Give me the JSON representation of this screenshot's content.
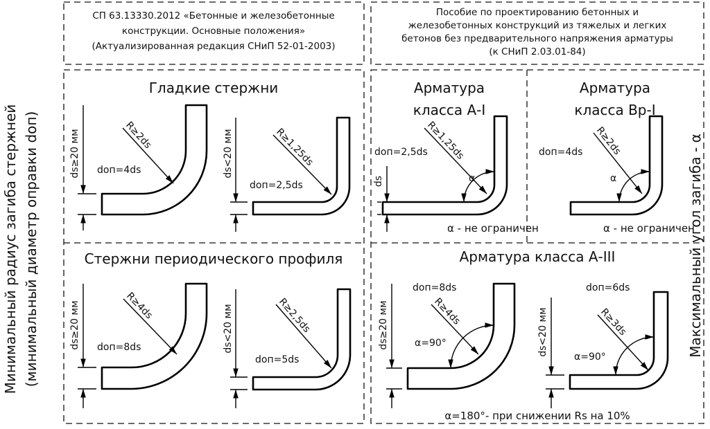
{
  "references": {
    "left": [
      "СП 63.13330.2012 «Бетонные и железобетонные",
      "конструкции. Основные положения»",
      "(Актуализированная редакция СНиП 52-01-2003)"
    ],
    "right": [
      "Пособие по проектированию бетонных и",
      "железобетонных конструкций из тяжелых и легких",
      "бетонов без предварительного напряжения арматуры",
      "(к СНиП 2.03.01-84)"
    ]
  },
  "side_labels": {
    "left_line1": "Минимальный радиус загиба стержней",
    "left_line2": "(минимальный диаметр оправки dоп)",
    "right": "Максимальный угол загиба - α"
  },
  "sections": {
    "smooth": "Гладкие стержни",
    "periodic": "Стержни периодического профиля",
    "a1": [
      "Арматура",
      "класса А-I"
    ],
    "bp1": [
      "Арматура",
      "класса Вр-I"
    ],
    "a3": "Арматура класса А-III",
    "a3_note": "α=180°- при снижении Rs на 10%"
  },
  "panels": [
    {
      "id": "smooth-large",
      "dim": "ds≥20 мм",
      "don": "dоп=4ds",
      "radius": "R≥2ds"
    },
    {
      "id": "smooth-small",
      "dim": "ds<20 мм",
      "don": "dоп=2,5ds",
      "radius": "R≥1,25ds"
    },
    {
      "id": "periodic-large",
      "dim": "ds≥20 мм",
      "don": "dоп=8ds",
      "radius": "R≥4ds"
    },
    {
      "id": "periodic-small",
      "dim": "ds<20 мм",
      "don": "dоп=5ds",
      "radius": "R≥2,5ds"
    },
    {
      "id": "a1",
      "dim": "ds",
      "don": "dоп=2,5ds",
      "radius": "R≥1,25ds",
      "angle": "α",
      "note": "α - не ограничен"
    },
    {
      "id": "bp1",
      "don": "dоп=4ds",
      "radius": "R≥2ds",
      "angle": "α",
      "note": "α - не ограничен"
    },
    {
      "id": "a3-large",
      "dim": "ds≥20 мм",
      "don": "dоп=8ds",
      "radius": "R≥4ds",
      "angle": "α=90°"
    },
    {
      "id": "a3-small",
      "dim": "ds<20 мм",
      "don": "dоп=6ds",
      "radius": "R≥3ds",
      "angle": "α=90°"
    }
  ]
}
